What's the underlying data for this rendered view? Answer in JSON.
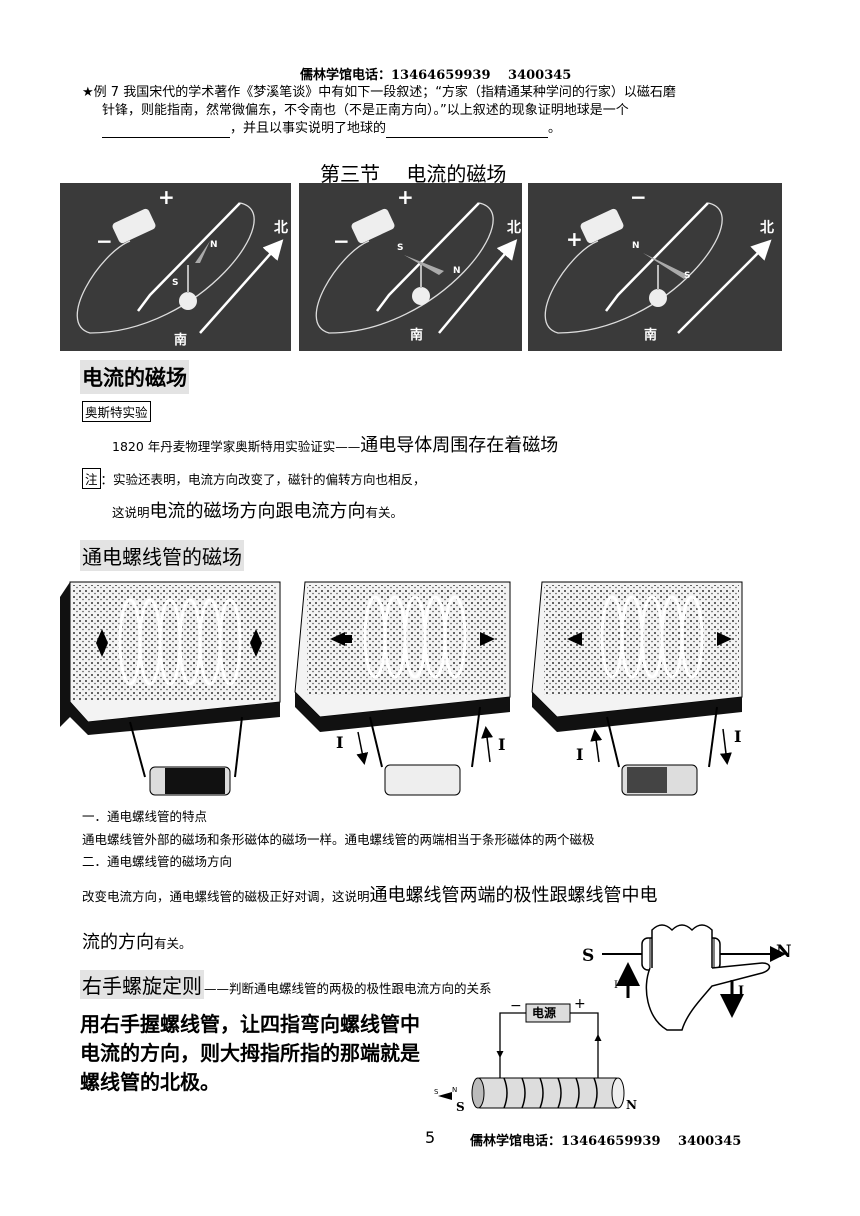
{
  "header_line": "儒林学馆电话：13464659939　 3400345",
  "example7": {
    "line1": "★例 7 我国宋代的学术著作《梦溪笔谈》中有如下一段叙述；“方家（指精通某种学问的行家）以磁石磨",
    "line2": "针锋，则能指南，然常微偏东，不令南也（不是正南方向）。”以上叙述的现象证明地球是一个",
    "line3_mid": "，并且以事实说明了地球的",
    "line3_end": "。"
  },
  "section_title": "第三节　 电流的磁场",
  "oersted_images": {
    "plus": "+",
    "minus": "−",
    "north": "北",
    "south": "南",
    "n": "N",
    "s": "S"
  },
  "heading_magnetic": "电流的磁场",
  "boxed_oersted": "奥斯特实验",
  "oersted_intro": "1820 年丹麦物理学家奥斯特用实验证实——",
  "oersted_big": "通电导体周围存在着磁场",
  "note_label": "注",
  "note_text": "：实验还表明，电流方向改变了，磁针的偏转方向也相反，",
  "note2_pre": "这说明",
  "note2_big": "电流的磁场方向跟电流方向",
  "note2_post": "有关。",
  "heading_solenoid": "通电螺线管的磁场",
  "solenoid_images": {
    "current": "I"
  },
  "item1_title": "一．通电螺线管的特点",
  "item1_text": "通电螺线管外部的磁场和条形磁体的磁场一样。通电螺线管的两端相当于条形磁体的两个磁极",
  "item2_title": "二．通电螺线管的磁场方向",
  "item2_pre": "改变电流方向，通电螺线管的磁极正好对调，这说明",
  "item2_big": "通电螺线管两端的极性跟螺线管中电",
  "item2_big2": "流的方向",
  "item2_post": "有关。",
  "right_hand_heading": "右手螺旋定则",
  "right_hand_sub": "——判断通电螺线管的两极的极性跟电流方向的关系",
  "rule_line1": "用右手握螺线管，让四指弯向螺线管中",
  "rule_line2": "电流的方向，则大拇指所指的那端就是",
  "rule_line3": "螺线管的北极。",
  "hand_figure": {
    "s": "S",
    "n": "N",
    "i": "I"
  },
  "circuit_figure": {
    "power": "电源",
    "minus": "−",
    "plus": "+",
    "n": "N",
    "s": "S"
  },
  "page_number": "5",
  "footer_line": "儒林学馆电话：13464659939　 3400345"
}
